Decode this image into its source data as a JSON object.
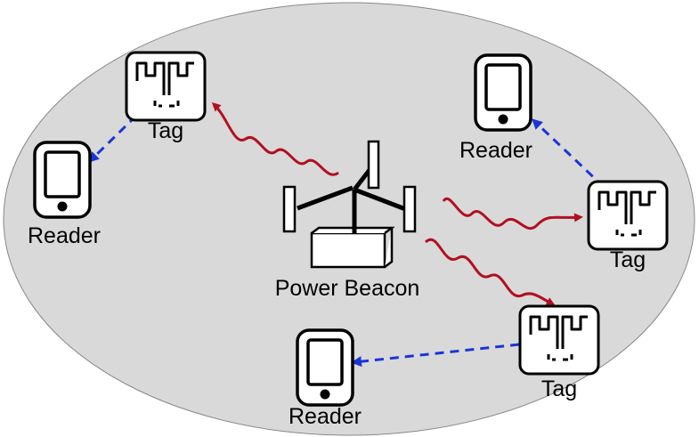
{
  "colors": {
    "background": "#d9d9d9",
    "outline": "#000000",
    "rf_wave": "#b01020",
    "backscatter": "#1a35d6"
  },
  "nodes": {
    "beacon": {
      "label": "Power Beacon",
      "icon": "power-beacon-icon"
    },
    "tag_top_left": {
      "label": "Tag",
      "icon": "rfid-tag-icon"
    },
    "tag_right": {
      "label": "Tag",
      "icon": "rfid-tag-icon"
    },
    "tag_bottom_right": {
      "label": "Tag",
      "icon": "rfid-tag-icon"
    },
    "reader_left": {
      "label": "Reader",
      "icon": "tablet-reader-icon"
    },
    "reader_top_right": {
      "label": "Reader",
      "icon": "tablet-reader-icon"
    },
    "reader_bottom": {
      "label": "Reader",
      "icon": "tablet-reader-icon"
    }
  }
}
